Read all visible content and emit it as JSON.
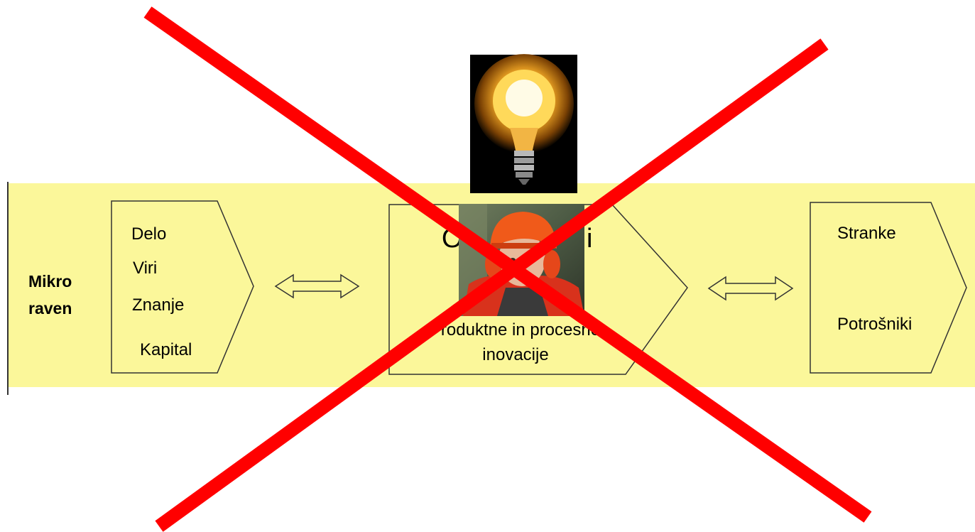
{
  "row_label": [
    "Mikro",
    "raven"
  ],
  "inputs_box": {
    "items": [
      "Delo",
      "Viri",
      "Znanje",
      "Kapital"
    ]
  },
  "center_box": {
    "title_fragment_left": "O",
    "title_fragment_right": "i",
    "caption_line1": "Produktne in procesne",
    "caption_line2": "inovacije"
  },
  "outputs_box": {
    "items": [
      "Stranke",
      "Potrošniki"
    ]
  },
  "images": [
    "lightbulb",
    "worker-with-safety-helmet"
  ],
  "overlay": "red-cross",
  "colors": {
    "band": "#fbf79a",
    "cross": "#ff0000",
    "outline": "#333333"
  }
}
